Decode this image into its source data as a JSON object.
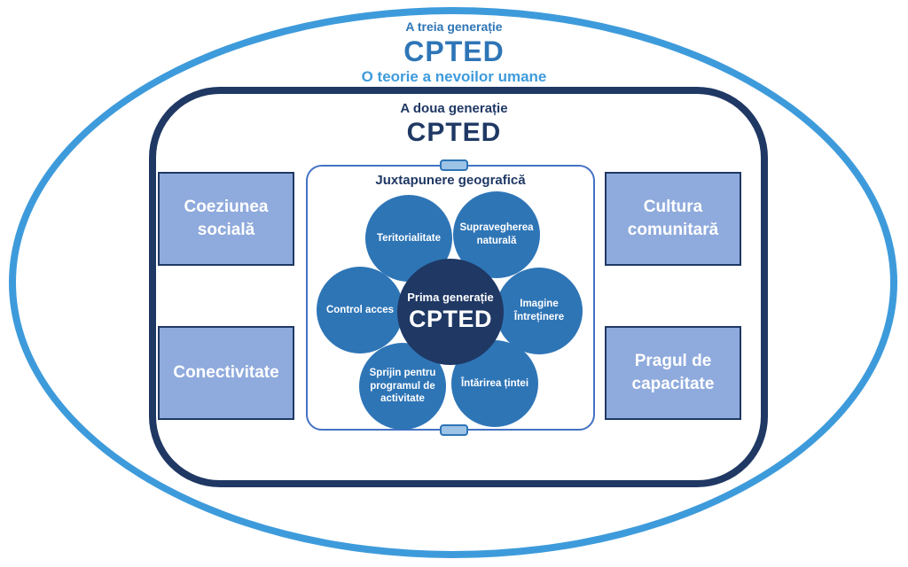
{
  "gen3": {
    "label": "A treia generație",
    "title": "CPTED",
    "subtitle": "O teorie a nevoilor umane"
  },
  "gen2": {
    "label": "A doua generație",
    "title": "CPTED"
  },
  "gen1": {
    "container_title": "Juxtapunere geografică",
    "center_label": "Prima generație",
    "center_title": "CPTED",
    "petals": [
      "Teritorialitate",
      "Supravegherea naturală",
      "Imagine Întreținere",
      "Întărirea țintei",
      "Sprijin pentru programul de activitate",
      "Control acces"
    ]
  },
  "side_boxes": [
    "Coeziunea socială",
    "Cultura comunitară",
    "Conectivitate",
    "Pragul de capacitate"
  ],
  "colors": {
    "outer_ellipse_stroke": "#3e9bdb",
    "navy": "#1f3864",
    "petal_blue": "#2e75b6",
    "side_box_fill": "#8faadc",
    "connector_fill": "#9dc3e6",
    "center_box_border": "#4472c4",
    "gen3_title_blue": "#2e75b6",
    "gen3_subtitle_blue": "#3e9bdb"
  }
}
